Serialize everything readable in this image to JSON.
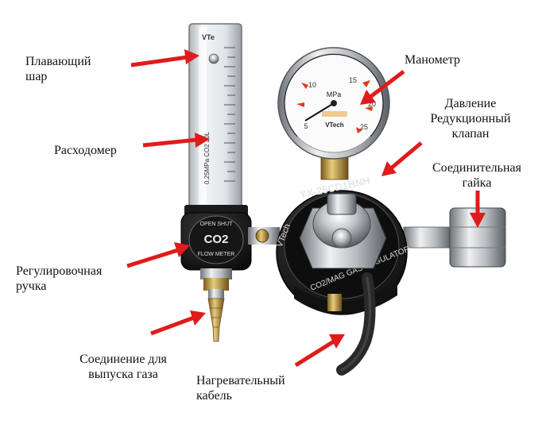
{
  "labels": {
    "floating_ball": "Плавающий\nшар",
    "flowmeter": "Расходомер",
    "adjusting_knob": "Регулировочная\nручка",
    "gas_outlet": "Соединение для\nвыпуска газа",
    "heating_cable": "Нагревательный\nкабель",
    "manometer": "Манометр",
    "pressure_valve": "Давление\nРедукционный\nклапан",
    "connecting_nut": "Соединительная\nгайка"
  },
  "device_text": {
    "tube_top_brand": "VTe",
    "tube_scale_text": "0.25MPa  CO2  20L",
    "gauge_unit": "MPa",
    "gauge_brand": "VTech",
    "gauge_ticks": [
      "5",
      "10",
      "15",
      "20",
      "25"
    ],
    "regulator_model": "YX-25CD1HNH",
    "regulator_brand": "VTech",
    "regulator_ring": "CO2/MAG GAS REGULATOR",
    "knob_top": "OPEN  SHUT",
    "knob_gas": "CO2",
    "knob_bottom": "FLOW METER"
  },
  "colors": {
    "arrow": "#e01b1b",
    "brass": "#c8a24a",
    "chrome": "#c9ccd1",
    "body_black": "#151515"
  }
}
